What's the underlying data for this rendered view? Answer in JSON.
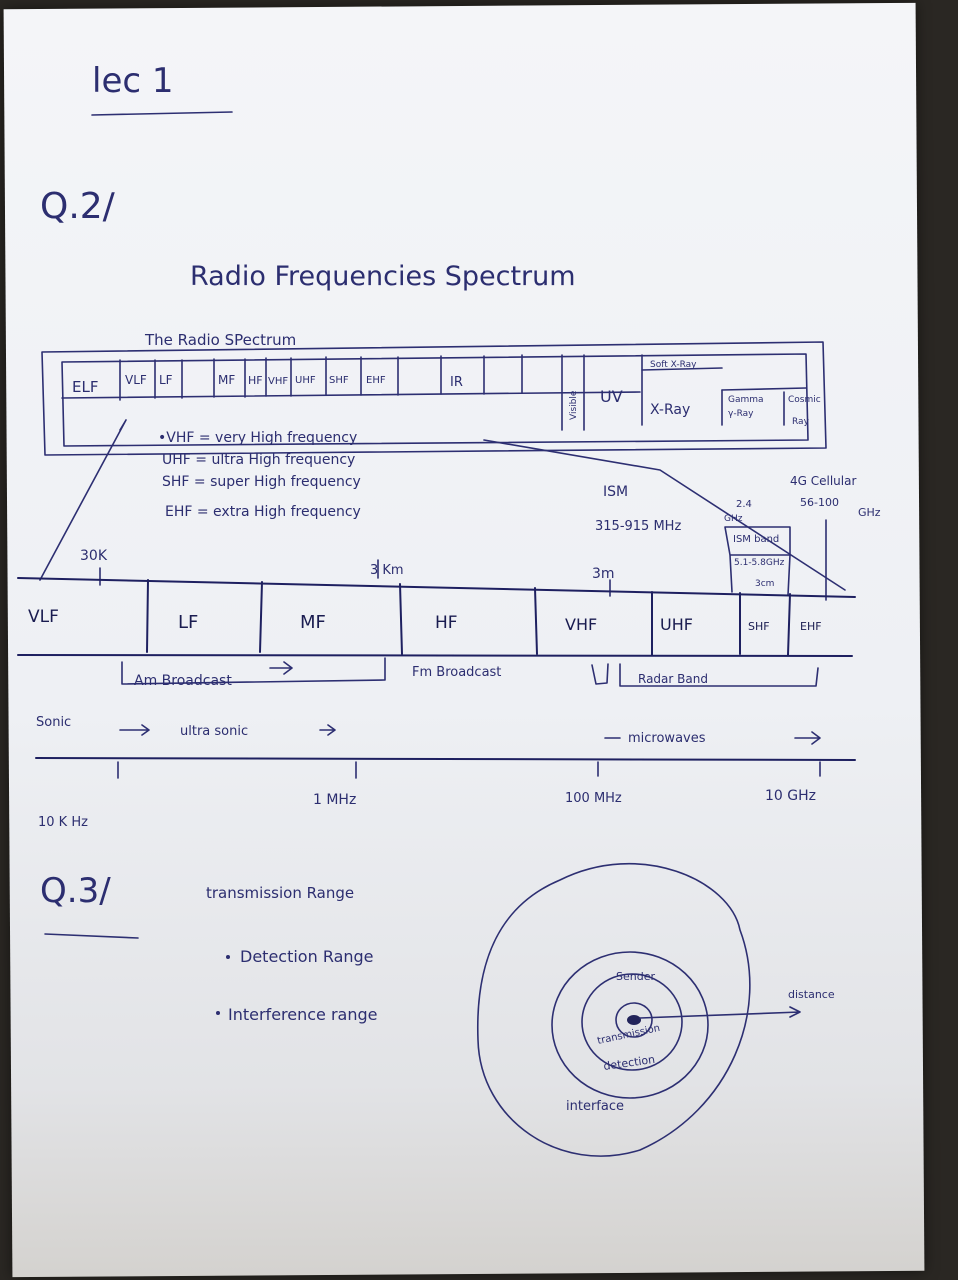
{
  "lecture": "lec 1",
  "q2": {
    "label": "Q.2/",
    "title": "Radio Frequencies Spectrum",
    "subtitle": "The Radio SPectrum",
    "top_bands": [
      "ELF",
      "VLF",
      "LF",
      "MF",
      "HF",
      "VHF",
      "UHF",
      "SHF",
      "EHF",
      "IR",
      "Visible",
      "UV"
    ],
    "xray_lines": [
      "Soft X-Ray",
      "X-Ray"
    ],
    "gamma_lines": [
      "Gamma",
      "γ-Ray"
    ],
    "cosmic_lines": [
      "Cosmic",
      "Ray"
    ],
    "defs": [
      "•VHF = very High frequency",
      "UHF = ultra  High frequency",
      "SHF = super High frequency",
      "EHF = extra High frequency"
    ],
    "ism_label": "ISM",
    "ism_range": "315-915 MHz",
    "ism_24": "2.4",
    "ism_ghz": "GHz",
    "ism_band": "ISM band",
    "freq_5_8": "5.1-5.8GHz",
    "wl_3cm": "3cm",
    "cellular": "4G Cellular",
    "range_56": "56-100",
    "ghz_unit": "GHz",
    "wl_30k": "30K",
    "wl_3km": "3 Km",
    "wl_3m": "3m",
    "lower_bands": [
      "VLF",
      "LF",
      "MF",
      "HF",
      "VHF",
      "UHF",
      "SHF",
      "EHF"
    ],
    "am_broadcast": "Am Broadcast",
    "fm_broadcast": "Fm Broadcast",
    "radar_band": "Radar Band",
    "sonic": "Sonic",
    "ultra_sonic": "ultra sonic",
    "microwaves": "microwaves",
    "scale_ticks": [
      "10 K Hz",
      "1 MHz",
      "100 MHz",
      "10 GHz"
    ]
  },
  "q3": {
    "label": "Q.3/",
    "items": [
      "transmission Range",
      "Detection Range",
      "Interference range"
    ],
    "circle_labels": {
      "sender": "Sender",
      "transmission": "transmission",
      "detection": "detection",
      "interface": "interface",
      "distance": "distance"
    }
  }
}
